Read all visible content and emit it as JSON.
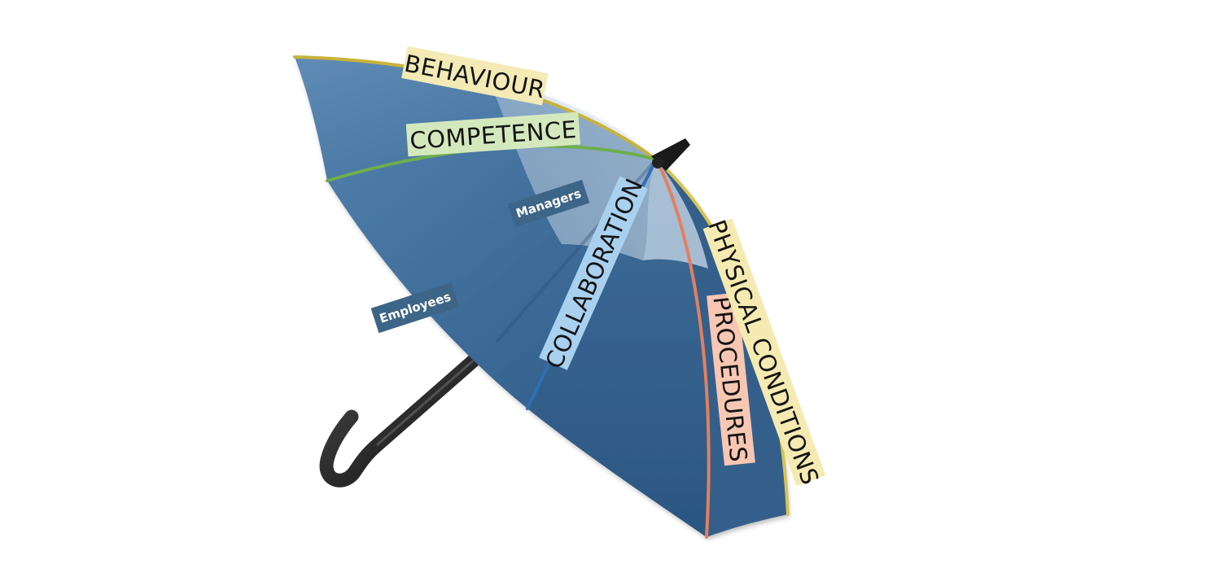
{
  "diagram": {
    "ribs": [
      {
        "id": "behaviour",
        "label": "BEHAVIOUR",
        "color": "#c9b23a",
        "label_bg": "#f3eab6"
      },
      {
        "id": "competence",
        "label": "COMPETENCE",
        "color": "#6fae4e",
        "label_bg": "#d3e9bd"
      },
      {
        "id": "collaboration",
        "label": "COLLABORATION",
        "color": "#2f6fb4",
        "label_bg": "#a9d0ef"
      },
      {
        "id": "procedures",
        "label": "PROCEDURES",
        "color": "#e2805f",
        "label_bg": "#f8c7b3"
      },
      {
        "id": "physical-conditions",
        "label": "PHYSICAL CONDITIONS",
        "color": "#d8c44f",
        "label_bg": "#f5eab1"
      }
    ],
    "tags": [
      {
        "id": "managers",
        "label": "Managers"
      },
      {
        "id": "employees",
        "label": "Employees"
      }
    ],
    "colors": {
      "canopy_dark": "#3a6690",
      "canopy_mid": "#5583ad",
      "canopy_light": "#a9c1d8",
      "handle": "#1c1c1c",
      "tag_bg": "#3d6587"
    }
  }
}
